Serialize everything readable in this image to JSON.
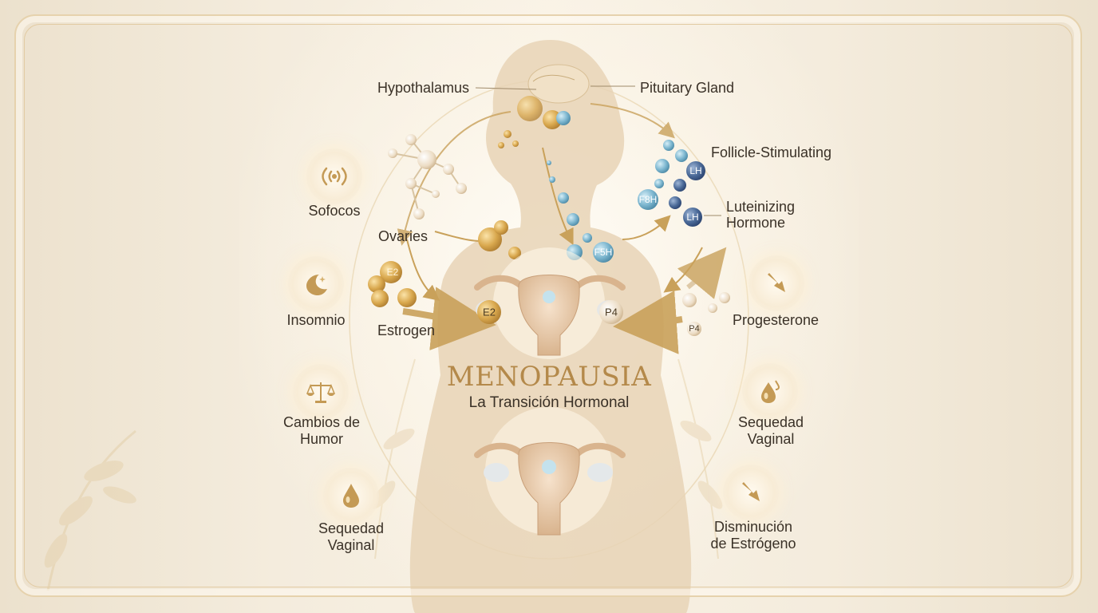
{
  "diagram": {
    "title": "MENOPAUSIA",
    "subtitle": "La Transición Hormonal",
    "nodes": {
      "hypothalamus": "Hypothalamus",
      "pituitary": "Pituitary Gland",
      "fsh_label": "Follicle-Stimulating",
      "lh_label_line1": "Luteinizing",
      "lh_label_line2": "Hormone",
      "ovaries": "Ovaries",
      "estrogen": "Estrogen",
      "progesterone": "Progesterone"
    },
    "molecule_tags": {
      "e2_small": "E2",
      "e2_uterus": "E2",
      "p4_uterus": "P4",
      "p4_small": "P4",
      "fsh_1": "F8H",
      "fsh_2": "F5H",
      "lh_1": "LH",
      "lh_2": "LH"
    },
    "symptoms_left": [
      {
        "label": "Sofocos",
        "icon": "heat-waves-icon"
      },
      {
        "label": "Insomnio",
        "icon": "moon-stars-icon"
      },
      {
        "line1": "Cambios de",
        "line2": "Humor",
        "icon": "balance-scale-icon"
      },
      {
        "line1": "Sequedad",
        "line2": "Vaginal",
        "icon": "droplet-icon"
      }
    ],
    "symptoms_right": [
      {
        "label": "Progesterone",
        "icon": "down-arrow-icon"
      },
      {
        "line1": "Sequedad",
        "line2": "Vaginal",
        "icon": "droplet-icon"
      },
      {
        "line1": "Disminución",
        "line2": "de Estrógeno",
        "icon": "down-arrow-icon"
      }
    ],
    "colors": {
      "gold": "#c9a15a",
      "blue": "#6aa8c4",
      "navy": "#3e5a86",
      "silhouette": "#e8d6bb",
      "text": "#3a3127"
    }
  }
}
